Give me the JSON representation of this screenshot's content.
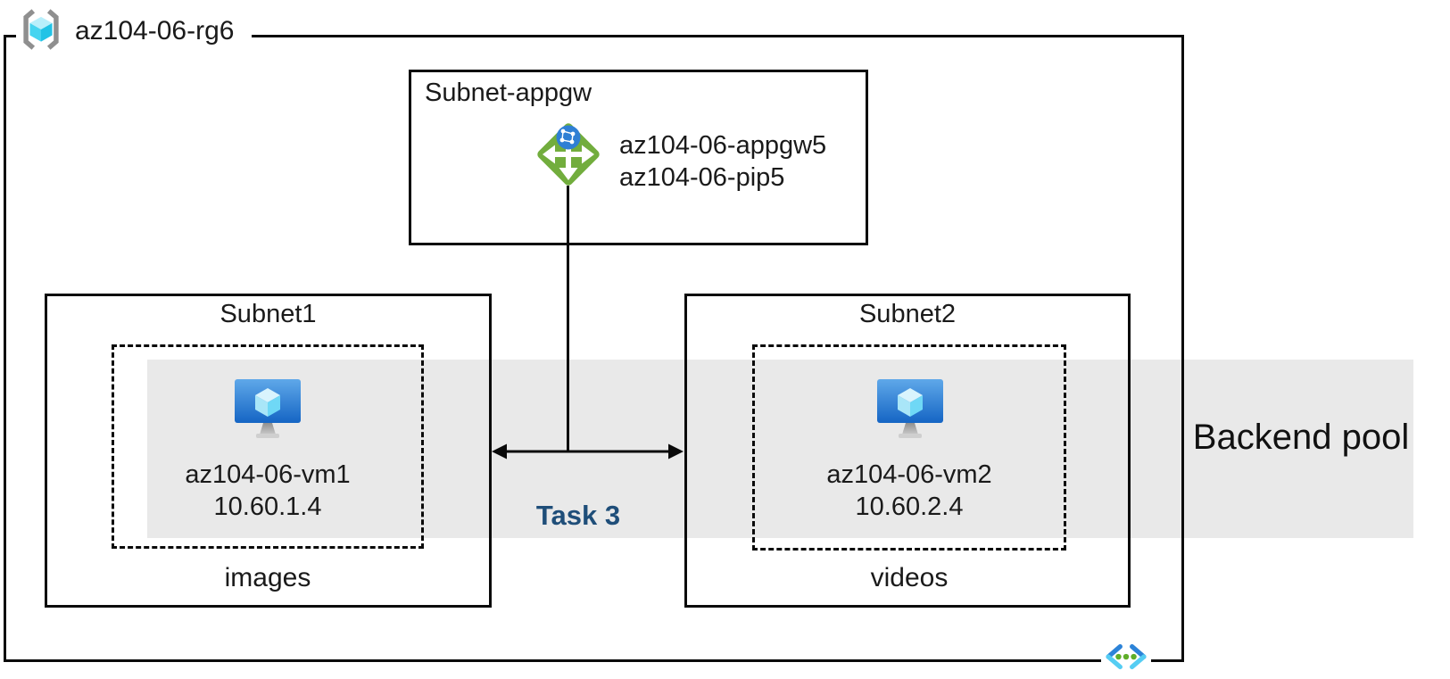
{
  "diagram": {
    "resource_group": {
      "name": "az104-06-rg6"
    },
    "appgw_subnet": {
      "title": "Subnet-appgw",
      "gateway_name": "az104-06-appgw5",
      "public_ip_name": "az104-06-pip5"
    },
    "subnet1": {
      "title": "Subnet1",
      "vm_name": "az104-06-vm1",
      "vm_ip": "10.60.1.4",
      "caption": "images"
    },
    "subnet2": {
      "title": "Subnet2",
      "vm_name": "az104-06-vm2",
      "vm_ip": "10.60.2.4",
      "caption": "videos"
    },
    "backend_pool_label": "Backend pool",
    "task_label": "Task 3",
    "icons": {
      "resource_group": "resource-group-icon",
      "application_gateway": "application-gateway-icon",
      "virtual_machine": "virtual-machine-icon",
      "virtual_network": "virtual-network-icon"
    },
    "colors": {
      "backend_band_gray": "#e9e9e9",
      "task_blue": "#1f4e79",
      "gateway_green": "#72ad3d",
      "globe_blue": "#2f7fd4",
      "vm_monitor_blue_top": "#5fa8e9",
      "vm_monitor_blue_bottom": "#1565c4",
      "cube_cyan": "#50d8f5",
      "bracket_gray": "#8f8f8f",
      "vnet_green_dot": "#5fae29",
      "border": "#0a0a0a"
    }
  }
}
